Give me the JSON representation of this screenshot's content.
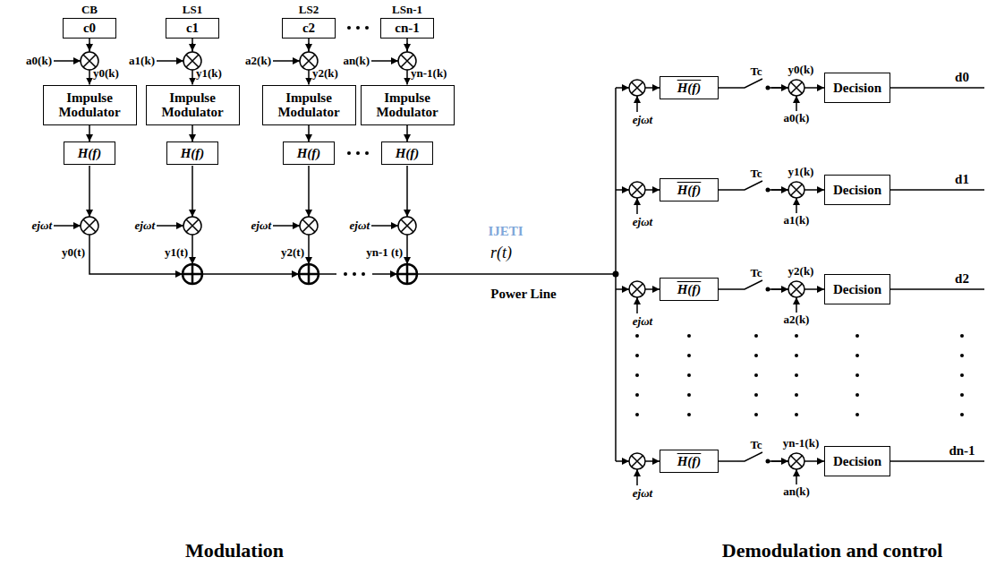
{
  "diagram": {
    "nodes": [
      {
        "text": [
          "CB",
          "c0"
        ]
      },
      {
        "text": [
          "LS1",
          "c1"
        ]
      },
      {
        "text": [
          "LS2",
          "c2"
        ]
      },
      {
        "text": [
          "LSn-1",
          "cn-1"
        ]
      },
      {
        "text": [
          "Impulse Modulator"
        ]
      },
      {
        "text": [
          "Impulse Modulator"
        ]
      },
      {
        "text": [
          "Impulse Modulator"
        ]
      },
      {
        "text": [
          "Impulse Modulator"
        ]
      },
      {
        "text": [
          "H(f)"
        ]
      },
      {
        "text": [
          "H(f)"
        ]
      },
      {
        "text": [
          "H(f)"
        ]
      },
      {
        "text": [
          "H(f)"
        ]
      },
      {
        "text": [
          "H(f)"
        ]
      },
      {
        "text": [
          "H(f)"
        ]
      },
      {
        "text": [
          "H(f)"
        ]
      },
      {
        "text": [
          "H(f)"
        ]
      },
      {
        "text": [
          "Decision"
        ]
      },
      {
        "text": [
          "Decision"
        ]
      },
      {
        "text": [
          "Decision"
        ]
      },
      {
        "text": [
          "Decision"
        ]
      }
    ],
    "edges": [
      {
        "from": 0,
        "to": 4,
        "arrow": "to"
      },
      {
        "from": 1,
        "to": 5,
        "arrow": "to"
      },
      {
        "from": 2,
        "to": 6,
        "arrow": "to"
      },
      {
        "from": 3,
        "to": 7,
        "arrow": "to"
      },
      {
        "from": 4,
        "to": 8,
        "arrow": "to"
      },
      {
        "from": 5,
        "to": 9,
        "arrow": "to"
      },
      {
        "from": 6,
        "to": 10,
        "arrow": "to"
      },
      {
        "from": 7,
        "to": 11,
        "arrow": "to"
      },
      {
        "from": 12,
        "to": 16,
        "arrow": "to"
      },
      {
        "from": 13,
        "to": 17,
        "arrow": "to"
      },
      {
        "from": 14,
        "to": 18,
        "arrow": "to"
      },
      {
        "from": 15,
        "to": 19,
        "arrow": "to"
      }
    ],
    "labels": [
      "a0(k)",
      "a1(k)",
      "a2(k)",
      "an(k)",
      "y0(k)",
      "y1(k)",
      "y2(k)",
      "yn-1(k)",
      "ejωt",
      "ejωt",
      "ejωt",
      "ejωt",
      "y0(t)",
      "y1(t)",
      "y2(t)",
      "yn-1 (t)",
      "r(t)",
      "Power Line",
      "Modulation",
      "Demodulation and control",
      "IJETI",
      "ejωt",
      "ejωt",
      "ejωt",
      "ejωt",
      "Tc",
      "Tc",
      "Tc",
      "Tc",
      "y0(k)",
      "y1(k)",
      "y2(k)",
      "yn-1(k)",
      "a0(k)",
      "a1(k)",
      "a2(k)",
      "an(k)",
      "d0",
      "d1",
      "d2",
      "dn-1"
    ]
  }
}
